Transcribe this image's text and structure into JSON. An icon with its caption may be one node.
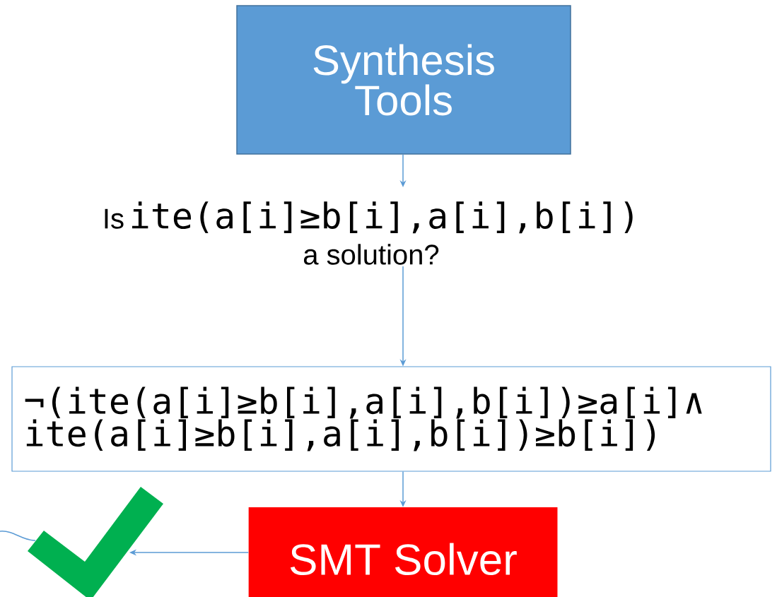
{
  "diagram": {
    "nodes": [
      {
        "text": [
          "Synthesis Tools"
        ]
      },
      {
        "text": [
          "Is",
          "ite(a[i]≥b[i],a[i],b[i])",
          "a solution?"
        ]
      },
      {
        "text": [
          "¬(ite(a[i]≥b[i],a[i],b[i])≥a[i]∧ ite(a[i]≥b[i],a[i],b[i])≥b[i])"
        ]
      },
      {
        "text": [
          "SMT Solver"
        ]
      },
      {
        "text": [],
        "shape": "checkmark"
      }
    ],
    "edges": [
      {
        "from": 0,
        "to": 1,
        "arrow": "to"
      },
      {
        "from": 1,
        "to": 2,
        "arrow": "to"
      },
      {
        "from": 2,
        "to": 3,
        "arrow": "to"
      },
      {
        "from": 3,
        "to": 4,
        "arrow": "to"
      },
      {
        "from": null,
        "to": 4,
        "arrow": "none"
      }
    ]
  }
}
